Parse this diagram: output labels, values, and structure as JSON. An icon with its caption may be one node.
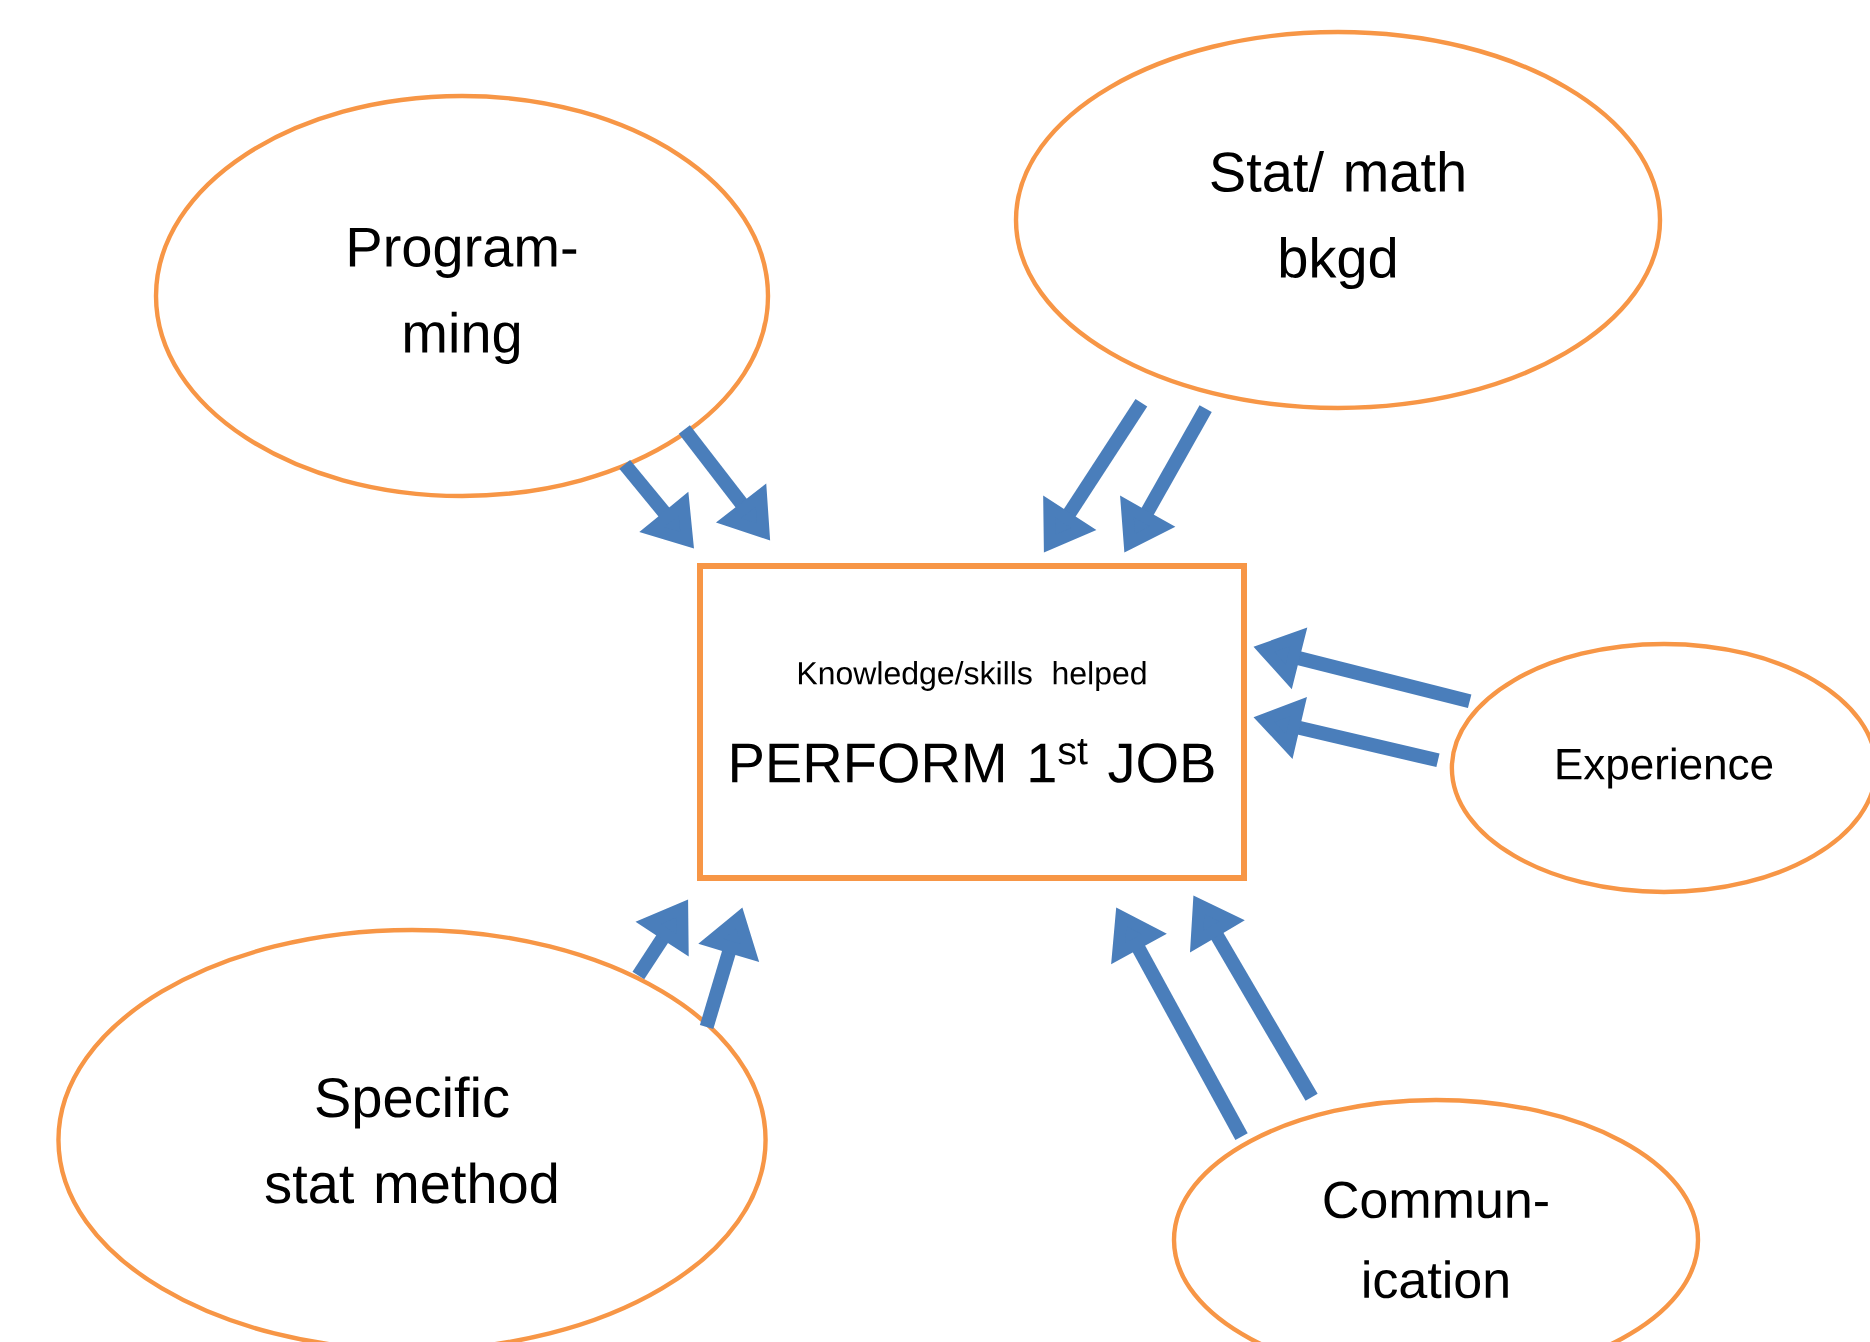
{
  "diagram": {
    "nodes": [
      {
        "text": [
          "Program-ming"
        ]
      },
      {
        "text": [
          "Stat/ math bkgd"
        ]
      },
      {
        "text": [
          "Knowledge/skills helped",
          "PERFORM 1$^{st}$ JOB"
        ]
      },
      {
        "text": [
          "Experience"
        ]
      },
      {
        "text": [
          "Specific stat method"
        ]
      },
      {
        "text": [
          "Commun-ication"
        ]
      }
    ],
    "edges": [
      {
        "from": 0,
        "to": 2,
        "arrow": "to"
      },
      {
        "from": 0,
        "to": 2,
        "arrow": "to"
      },
      {
        "from": 1,
        "to": 2,
        "arrow": "to"
      },
      {
        "from": 1,
        "to": 2,
        "arrow": "to"
      },
      {
        "from": 3,
        "to": 2,
        "arrow": "to"
      },
      {
        "from": 3,
        "to": 2,
        "arrow": "to"
      },
      {
        "from": 4,
        "to": 2,
        "arrow": "to"
      },
      {
        "from": 4,
        "to": 2,
        "arrow": "to"
      },
      {
        "from": 5,
        "to": 2,
        "arrow": "to"
      },
      {
        "from": 5,
        "to": 2,
        "arrow": "to"
      }
    ]
  }
}
